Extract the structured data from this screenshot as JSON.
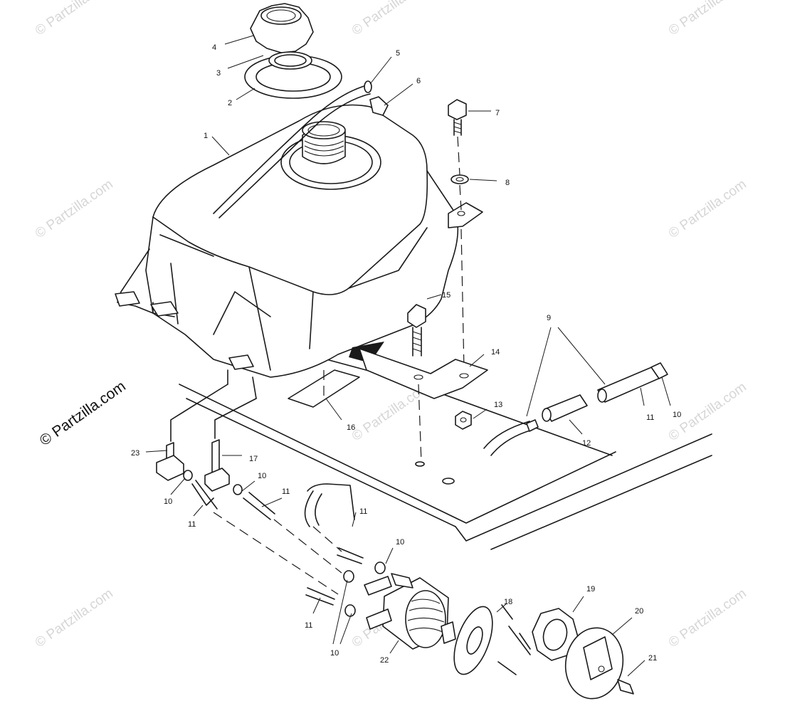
{
  "watermark": {
    "text": "© Partzilla.com",
    "color": "#d6d6d6"
  },
  "brand": {
    "text": "© Partzilla.com",
    "color": "#111111"
  },
  "callouts": [
    {
      "id": "c4",
      "text": "4"
    },
    {
      "id": "c3",
      "text": "3"
    },
    {
      "id": "c2",
      "text": "2"
    },
    {
      "id": "c5",
      "text": "5"
    },
    {
      "id": "c6",
      "text": "6"
    },
    {
      "id": "c7",
      "text": "7"
    },
    {
      "id": "c1",
      "text": "1"
    },
    {
      "id": "c8",
      "text": "8"
    },
    {
      "id": "c15",
      "text": "15"
    },
    {
      "id": "c9",
      "text": "9"
    },
    {
      "id": "c14",
      "text": "14"
    },
    {
      "id": "c11a",
      "text": "11"
    },
    {
      "id": "c10a",
      "text": "10"
    },
    {
      "id": "c13",
      "text": "13"
    },
    {
      "id": "c16",
      "text": "16"
    },
    {
      "id": "c12",
      "text": "12"
    },
    {
      "id": "c23",
      "text": "23"
    },
    {
      "id": "c17",
      "text": "17"
    },
    {
      "id": "c10b",
      "text": "10"
    },
    {
      "id": "c10c",
      "text": "10"
    },
    {
      "id": "c11b",
      "text": "11"
    },
    {
      "id": "c11c",
      "text": "11"
    },
    {
      "id": "c11d",
      "text": "11"
    },
    {
      "id": "c10d",
      "text": "10"
    },
    {
      "id": "c11e",
      "text": "11"
    },
    {
      "id": "c18",
      "text": "18"
    },
    {
      "id": "c19",
      "text": "19"
    },
    {
      "id": "c20",
      "text": "20"
    },
    {
      "id": "c10e",
      "text": "10"
    },
    {
      "id": "c22",
      "text": "22"
    },
    {
      "id": "c21",
      "text": "21"
    }
  ]
}
